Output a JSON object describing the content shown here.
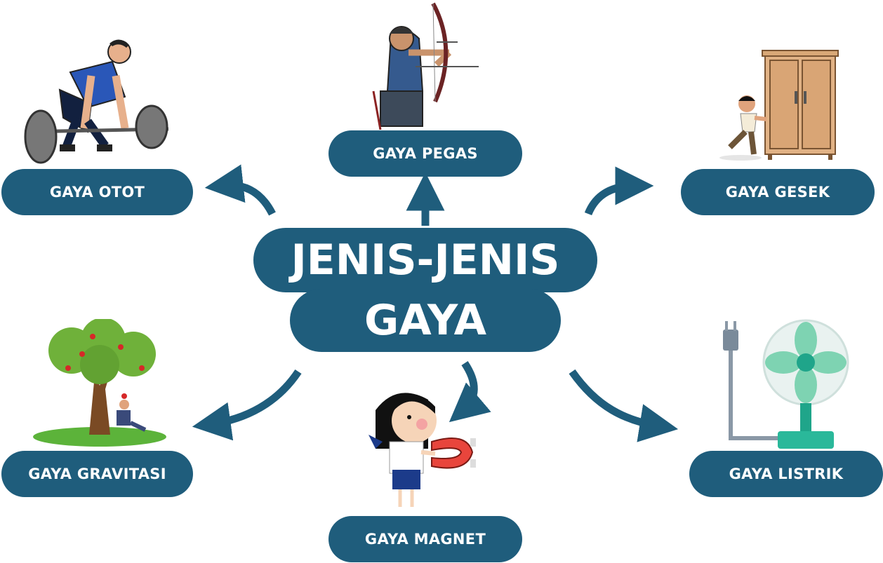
{
  "title": {
    "line1": "JENIS-JENIS",
    "line2": "GAYA"
  },
  "branches": {
    "otot": "GAYA OTOT",
    "pegas": "GAYA PEGAS",
    "gesek": "GAYA GESEK",
    "gravitasi": "GAYA GRAVITASI",
    "magnet": "GAYA MAGNET",
    "listrik": "GAYA LISTRIK"
  },
  "colors": {
    "node_fill": "#1f5d7c",
    "node_text": "#ffffff",
    "arrow": "#1f5d7c",
    "background": "#ffffff"
  },
  "illustrations": {
    "otot": "weightlifter-icon",
    "pegas": "archer-icon",
    "gesek": "boy-pushing-wardrobe-icon",
    "gravitasi": "apple-tree-icon",
    "magnet": "girl-with-magnet-icon",
    "listrik": "electric-fan-icon"
  }
}
